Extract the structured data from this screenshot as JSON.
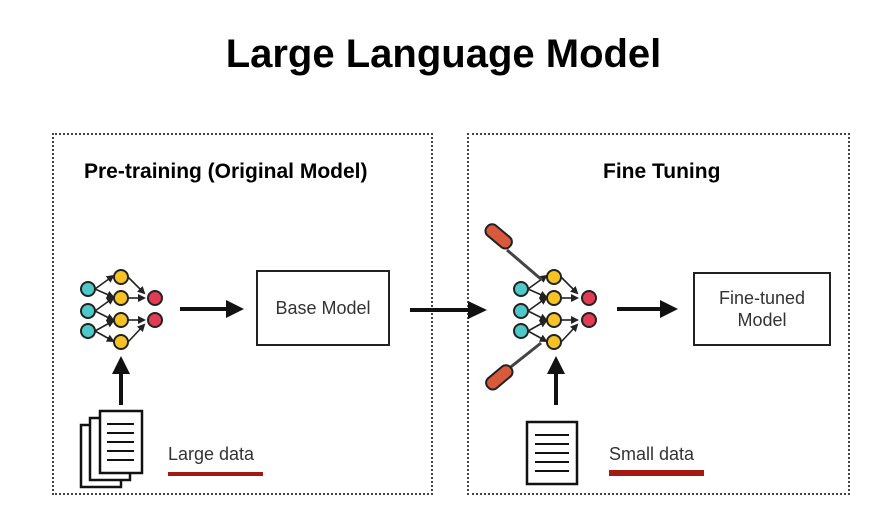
{
  "title": "Large Language Model",
  "pretraining": {
    "title": "Pre-training (Original Model)",
    "box_label": "Base Model",
    "data_label": "Large data"
  },
  "finetuning": {
    "title": "Fine Tuning",
    "box_label_line1": "Fine-tuned",
    "box_label_line2": "Model",
    "data_label": "Small data"
  },
  "colors": {
    "input_node": "#4ec9c9",
    "hidden_node": "#f6c224",
    "output_node": "#e23b53",
    "accent": "#a31a10",
    "tool_handle": "#d9593d"
  }
}
